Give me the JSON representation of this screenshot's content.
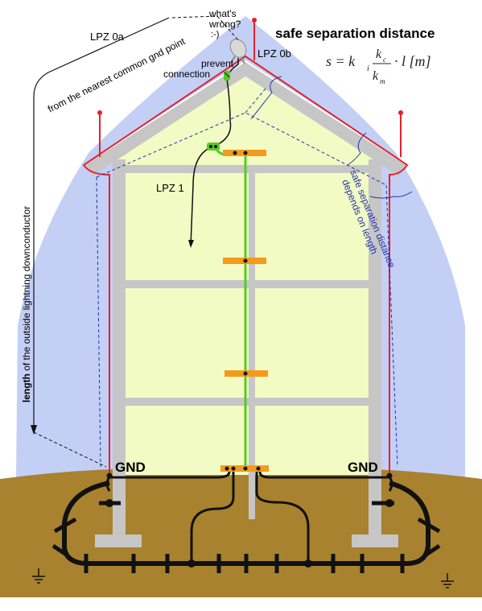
{
  "labels": {
    "title": "safe separation distance",
    "lpz0a": "LPZ 0a",
    "lpz0b": "LPZ 0b",
    "lpz1": "LPZ 1",
    "whats_wrong_1": "what's",
    "whats_wrong_2": "wrong?",
    "smiley": ":-)",
    "prevent_1": "prevent",
    "prevent_2": "connection",
    "from_point": "from the nearest common gnd point",
    "length_bold": "length",
    "length_rest": " of the outside lightning downconductor",
    "depends_1": "safe separation distance",
    "depends_2": "depends on length",
    "gnd_left": "GND",
    "gnd_right": "GND"
  },
  "formula": {
    "lhs": "s = k",
    "k_sub": "i",
    "num": "k",
    "num_sub": "c",
    "den": "k",
    "den_sub": "m",
    "tail": "· l  [m]"
  },
  "colors": {
    "protection_zone": "#c3cff5",
    "interior": "#f2fbc4",
    "structure": "#c6c6c6",
    "conductor": "#e8202a",
    "ground": "#a9822f",
    "bonding_bar": "#f39b1d",
    "green_conductor": "#55cc22",
    "annotation": "#2233aa"
  },
  "icons": [
    "earth-ground-icon",
    "antenna-icon"
  ]
}
